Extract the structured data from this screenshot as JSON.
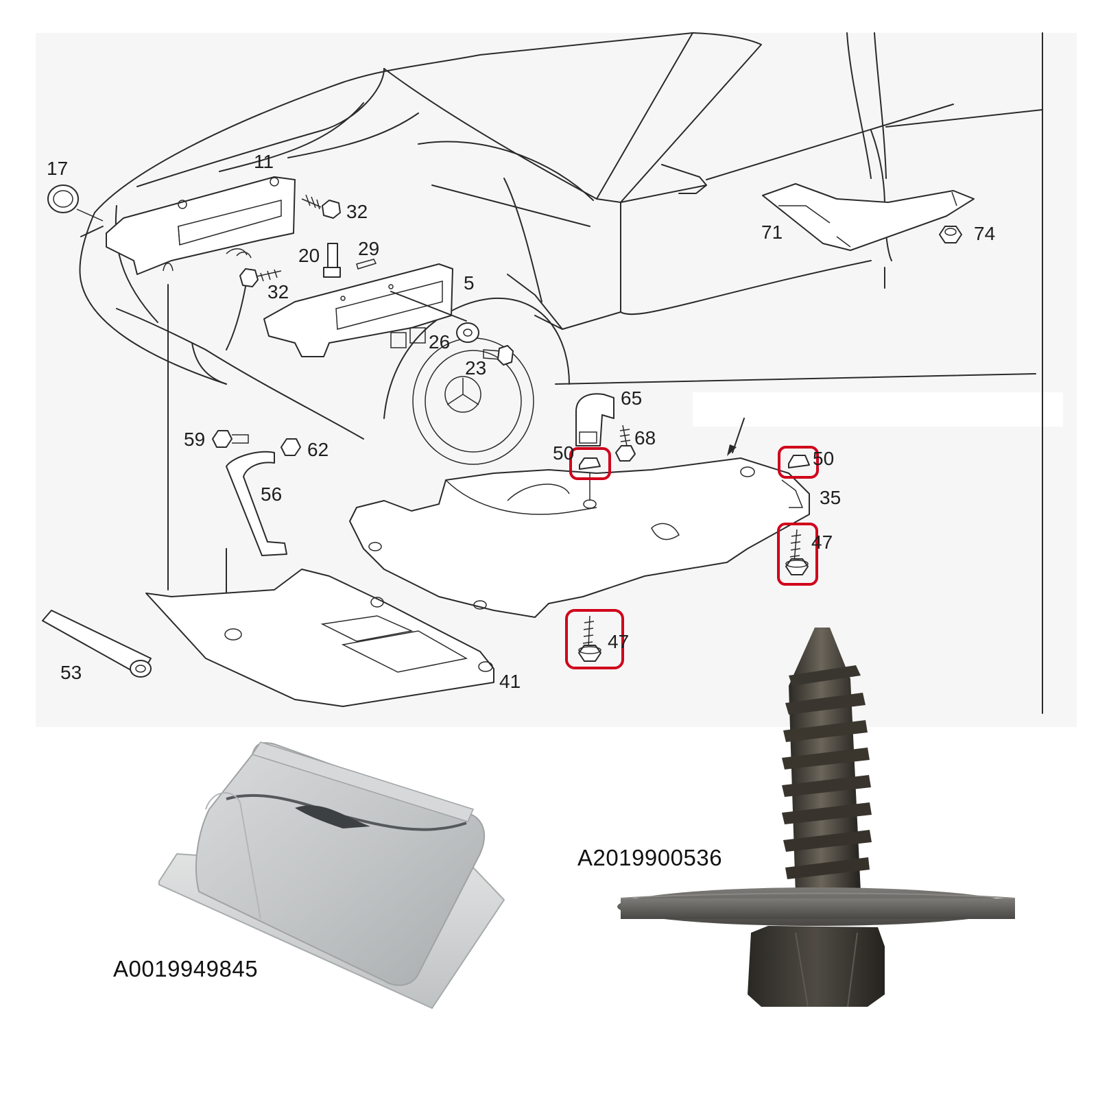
{
  "callouts": [
    {
      "id": "17",
      "label": "17"
    },
    {
      "id": "11",
      "label": "11"
    },
    {
      "id": "32a",
      "label": "32"
    },
    {
      "id": "20",
      "label": "20"
    },
    {
      "id": "29",
      "label": "29"
    },
    {
      "id": "32b",
      "label": "32"
    },
    {
      "id": "5",
      "label": "5"
    },
    {
      "id": "26",
      "label": "26"
    },
    {
      "id": "23",
      "label": "23"
    },
    {
      "id": "71",
      "label": "71"
    },
    {
      "id": "74",
      "label": "74"
    },
    {
      "id": "65",
      "label": "65"
    },
    {
      "id": "68",
      "label": "68"
    },
    {
      "id": "59",
      "label": "59"
    },
    {
      "id": "62",
      "label": "62"
    },
    {
      "id": "50a",
      "label": "50"
    },
    {
      "id": "50b",
      "label": "50"
    },
    {
      "id": "35",
      "label": "35"
    },
    {
      "id": "56",
      "label": "56"
    },
    {
      "id": "47a",
      "label": "47"
    },
    {
      "id": "47b",
      "label": "47"
    },
    {
      "id": "53",
      "label": "53"
    },
    {
      "id": "41",
      "label": "41"
    }
  ],
  "highlight_color": "#d0021b",
  "products": {
    "clip_part_number": "A0019949845",
    "screw_part_number": "A2019900536"
  }
}
